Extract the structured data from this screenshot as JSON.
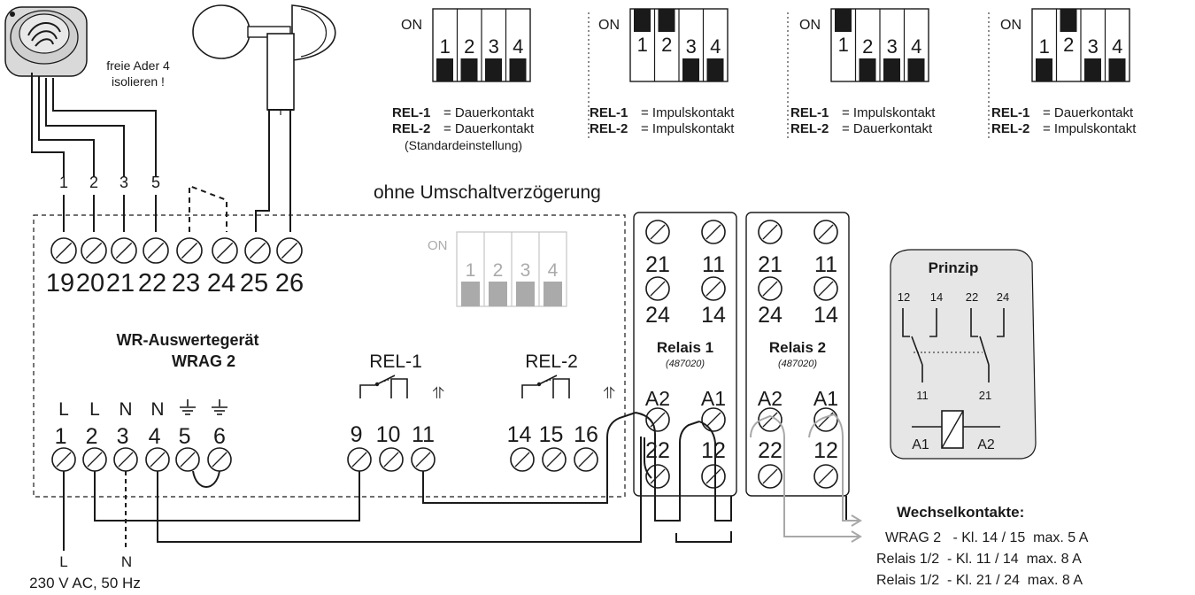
{
  "sensor_note": [
    "freie Ader 4",
    "isolieren !"
  ],
  "wire_numbers": [
    "1",
    "2",
    "3",
    "5"
  ],
  "dip_on_label": "ON",
  "dip_numbers": [
    "1",
    "2",
    "3",
    "4"
  ],
  "dip_configs": [
    {
      "switch_up": [
        false,
        false,
        false,
        false
      ],
      "rel1_label": "REL-1",
      "rel1_value": "= Dauerkontakt",
      "rel2_label": "REL-2",
      "rel2_value": "= Dauerkontakt",
      "note": "(Standardeinstellung)"
    },
    {
      "switch_up": [
        true,
        true,
        false,
        false
      ],
      "rel1_label": "REL-1",
      "rel1_value": "= Impulskontakt",
      "rel2_label": "REL-2",
      "rel2_value": "= Impulskontakt",
      "note": ""
    },
    {
      "switch_up": [
        true,
        false,
        false,
        false
      ],
      "rel1_label": "REL-1",
      "rel1_value": "= Impulskontakt",
      "rel2_label": "REL-2",
      "rel2_value": "= Dauerkontakt",
      "note": ""
    },
    {
      "switch_up": [
        false,
        true,
        false,
        false
      ],
      "rel1_label": "REL-1",
      "rel1_value": "= Dauerkontakt",
      "rel2_label": "REL-2",
      "rel2_value": "= Impulskontakt",
      "note": ""
    }
  ],
  "no_delay_label": "ohne Umschaltverzögerung",
  "top_terminals": [
    "19",
    "20",
    "21",
    "22",
    "23",
    "24",
    "25",
    "26"
  ],
  "device": {
    "name": "WR-Auswertegerät",
    "model": "WRAG 2"
  },
  "power_labels": [
    "L",
    "L",
    "N",
    "N",
    "⏚",
    "⏚"
  ],
  "bottom_terminals": [
    "1",
    "2",
    "3",
    "4",
    "5",
    "6"
  ],
  "rel1": {
    "label": "REL-1",
    "terminals": [
      "9",
      "10",
      "11"
    ]
  },
  "rel2": {
    "label": "REL-2",
    "terminals": [
      "14",
      "15",
      "16"
    ]
  },
  "arrow_symbol": "⥣",
  "relais": [
    {
      "title": "Relais 1",
      "part": "(487020)",
      "t21": "21",
      "t11": "11",
      "t24": "24",
      "t14": "14",
      "a2": "A2",
      "a1": "A1",
      "t22": "22",
      "t12": "12"
    },
    {
      "title": "Relais 2",
      "part": "(487020)",
      "t21": "21",
      "t11": "11",
      "t24": "24",
      "t14": "14",
      "a2": "A2",
      "a1": "A1",
      "t22": "22",
      "t12": "12"
    }
  ],
  "principle": {
    "title": "Prinzip",
    "top": [
      "12",
      "14",
      "22",
      "24"
    ],
    "mid": [
      "11",
      "21"
    ],
    "coil": [
      "A1",
      "A2"
    ]
  },
  "mains": {
    "l": "L",
    "n": "N",
    "spec": "230 V AC, 50 Hz"
  },
  "changeover": {
    "title": "Wechselkontakte:",
    "lines": [
      "WRAG 2   - Kl. 14 / 15  max. 5 A",
      "Relais 1/2  - Kl. 11 / 14  max. 8 A",
      "Relais 1/2  - Kl. 21 / 24  max. 8 A"
    ]
  },
  "colors": {
    "ink": "#1a1a1a",
    "gray_wire": "#a8a8a8",
    "dip_gray": "#aaaaaa",
    "principle_bg": "#e6e6e6"
  }
}
